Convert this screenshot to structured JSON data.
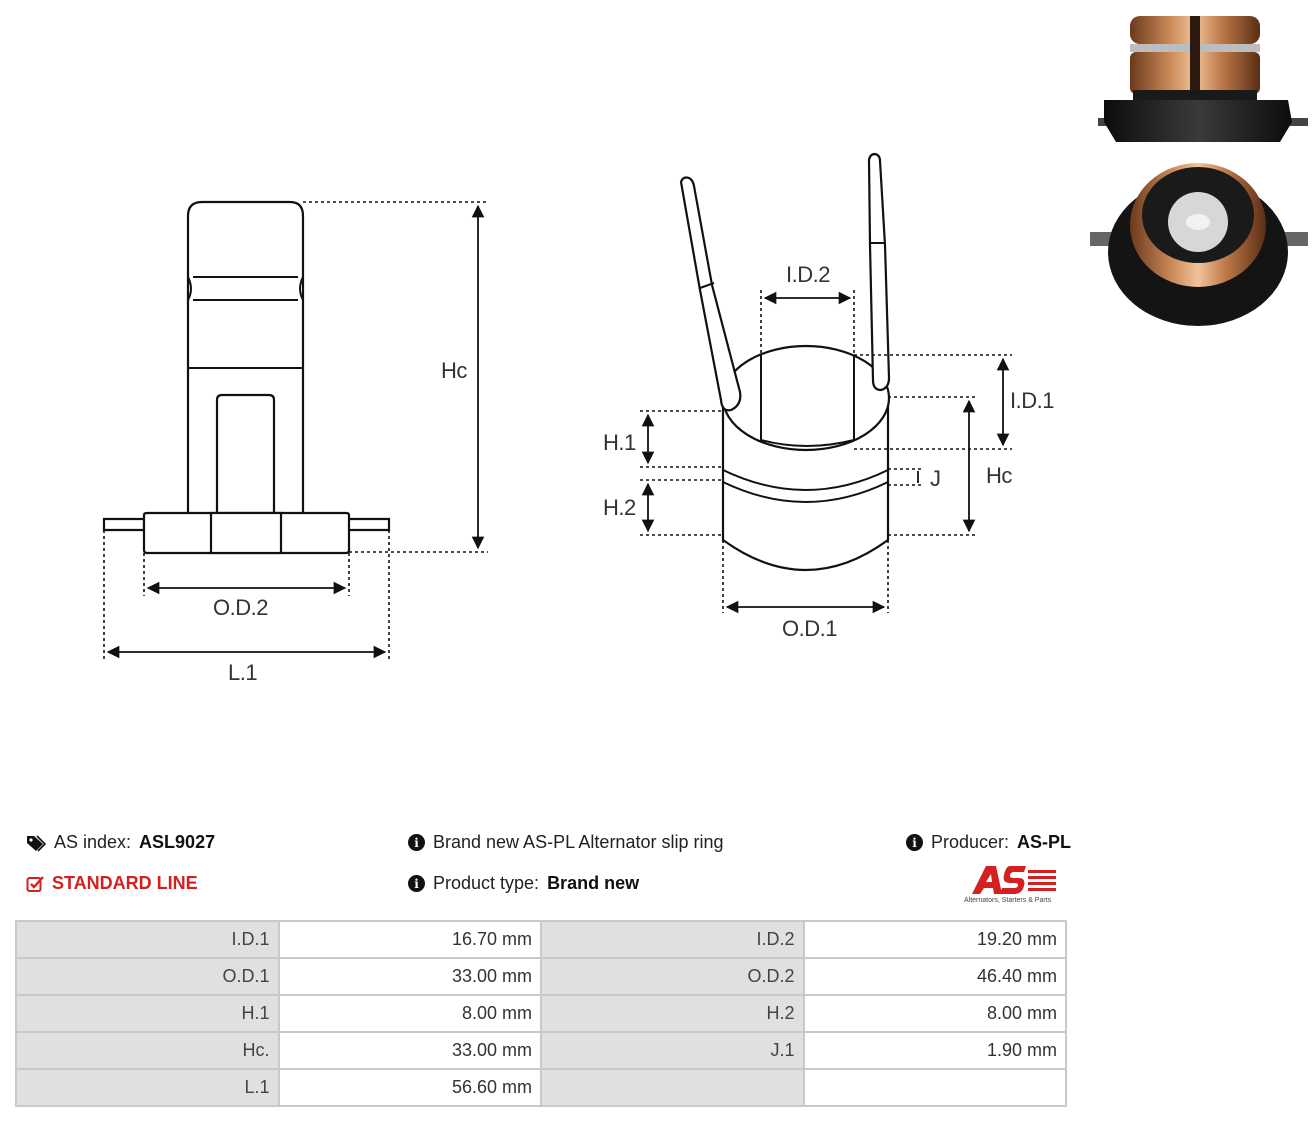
{
  "drawing": {
    "labels": {
      "hc_left": "Hc",
      "od2": "O.D.2",
      "l1": "L.1",
      "id2": "I.D.2",
      "id1": "I.D.1",
      "h1": "H.1",
      "h2": "H.2",
      "j": "J",
      "hc_right": "Hc",
      "od1": "O.D.1"
    }
  },
  "info": {
    "as_index_label": "AS index:",
    "as_index_value": "ASL9027",
    "line_label": "STANDARD LINE",
    "description": "Brand new AS-PL Alternator slip ring",
    "product_type_label": "Product type:",
    "product_type_value": "Brand new",
    "producer_label": "Producer:",
    "producer_value": "AS-PL",
    "logo_text": "AS",
    "logo_tagline": "Alternators, Starters & Parts"
  },
  "colors": {
    "accent_red": "#d42020",
    "label_bg": "#e0e0e0",
    "border": "#c9c9c9"
  },
  "specs": [
    [
      {
        "label": "I.D.1",
        "value": "16.70 mm"
      },
      {
        "label": "I.D.2",
        "value": "19.20 mm"
      }
    ],
    [
      {
        "label": "O.D.1",
        "value": "33.00 mm"
      },
      {
        "label": "O.D.2",
        "value": "46.40 mm"
      }
    ],
    [
      {
        "label": "H.1",
        "value": "8.00 mm"
      },
      {
        "label": "H.2",
        "value": "8.00 mm"
      }
    ],
    [
      {
        "label": "Hc.",
        "value": "33.00 mm"
      },
      {
        "label": "J.1",
        "value": "1.90 mm"
      }
    ],
    [
      {
        "label": "L.1",
        "value": "56.60 mm"
      },
      {
        "label": "",
        "value": ""
      }
    ]
  ]
}
